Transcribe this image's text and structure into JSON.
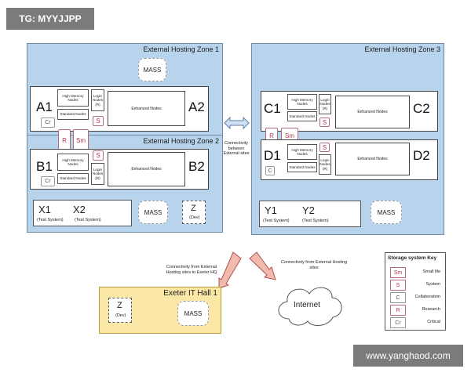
{
  "watermark_top": "TG: MYYJJPP",
  "watermark_bottom": "www.yanghaod.com",
  "zones": {
    "zone1": "External Hosting Zone 1",
    "zone2": "External Hosting Zone 2",
    "zone3": "External Hosting Zone 3",
    "exeter": "Exeter IT Hall 1"
  },
  "mass_label": "MASS",
  "clusters": {
    "a1": "A1",
    "a2": "A2",
    "b1": "B1",
    "b2": "B2",
    "c1": "C1",
    "c2": "C2",
    "d1": "D1",
    "d2": "D2"
  },
  "nodes": {
    "high_memory": "High Memory Nodes",
    "standard": "Standard Nodes",
    "login": "Login Nodes (R)",
    "enhanced": "Enhanced Nodes"
  },
  "tags": {
    "cr": "Cr",
    "s": "S",
    "r": "R",
    "sm": "Sm",
    "c": "C"
  },
  "test_systems": {
    "x1": "X1",
    "x2": "X2",
    "y1": "Y1",
    "y2": "Y2",
    "sub": "(Test System)",
    "z": "Z",
    "dev": "(Dev)"
  },
  "notes": {
    "between_sites": "Connectivity between External sites",
    "to_exeter": "Connectivity from External Hosting sites to Exeter HQ",
    "from_external": "Connectivity from External Hosting sites"
  },
  "internet": "Internet",
  "key": {
    "title": "Storage system Key",
    "items": [
      {
        "tag": "Sm",
        "label": "Small file"
      },
      {
        "tag": "S",
        "label": "System"
      },
      {
        "tag": "C",
        "label": "Collaboration"
      },
      {
        "tag": "R",
        "label": "Research"
      },
      {
        "tag": "Cr",
        "label": "Critical"
      }
    ]
  },
  "colors": {
    "zone_fill": "#b8d3ec",
    "exeter_fill": "#fbe7a6",
    "tag_accent": "#b3364f",
    "arrow_fill": "#f2b9ad"
  }
}
